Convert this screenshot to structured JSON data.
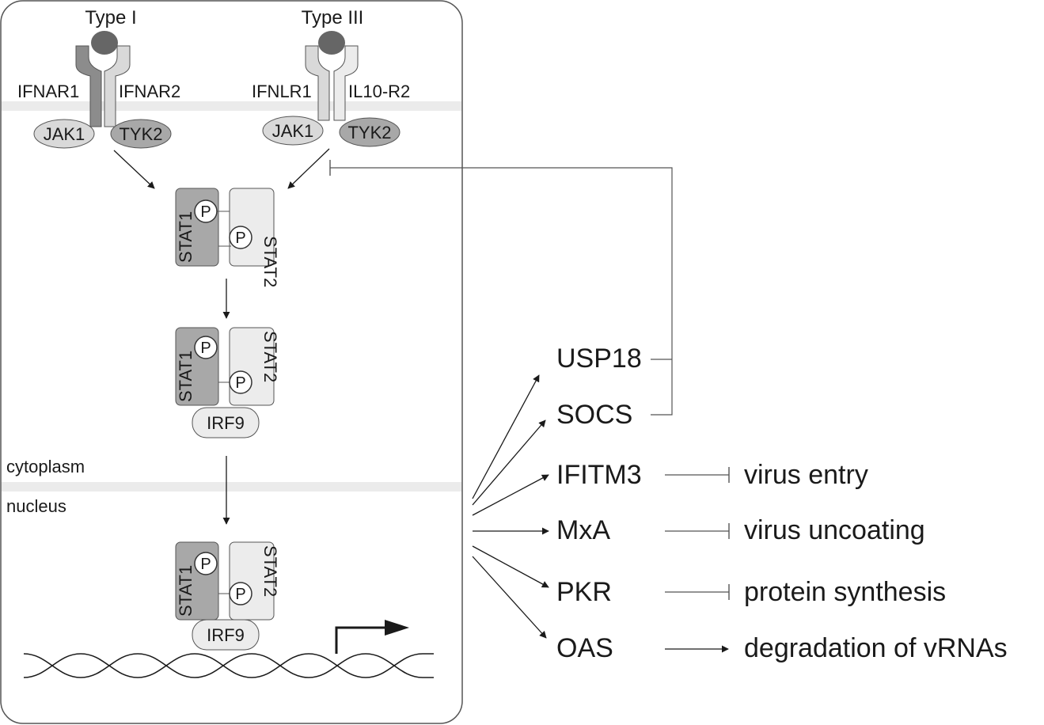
{
  "receptors": {
    "type1": {
      "title": "Type I",
      "chain1": "IFNAR1",
      "chain2": "IFNAR2",
      "kinase1": "JAK1",
      "kinase2": "TYK2"
    },
    "type3": {
      "title": "Type III",
      "chain1": "IFNLR1",
      "chain2": "IL10-R2",
      "kinase1": "JAK1",
      "kinase2": "TYK2"
    }
  },
  "complex": {
    "stat1": "STAT1",
    "stat2": "STAT2",
    "phospho": "P",
    "irf9": "IRF9"
  },
  "compartments": {
    "cytoplasm": "cytoplasm",
    "nucleus": "nucleus"
  },
  "genes": [
    {
      "name": "USP18",
      "effect": ""
    },
    {
      "name": "SOCS",
      "effect": ""
    },
    {
      "name": "IFITM3",
      "effect": "virus entry",
      "relation": "inhibits"
    },
    {
      "name": "MxA",
      "effect": "virus uncoating",
      "relation": "inhibits"
    },
    {
      "name": "PKR",
      "effect": "protein synthesis",
      "relation": "inhibits"
    },
    {
      "name": "OAS",
      "effect": "degradation of vRNAs",
      "relation": "activates"
    }
  ],
  "colors": {
    "dark_gray": "#8c8c8c",
    "mid_gray": "#a8a8a8",
    "light_gray": "#d9d9d9",
    "pale_gray": "#ececec",
    "membrane": "#ebebeb",
    "line": "#1a1a1a"
  }
}
